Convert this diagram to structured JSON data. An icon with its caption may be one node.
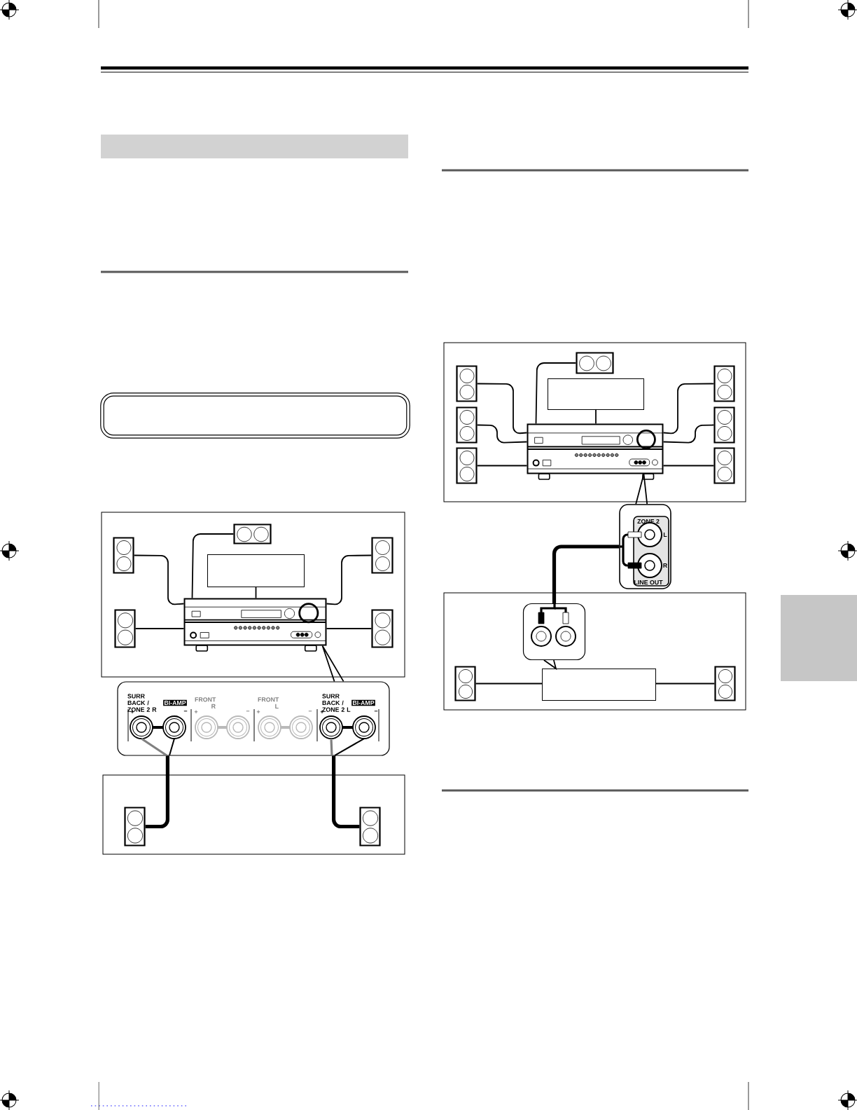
{
  "diagram": {
    "nodes": [
      {
        "text": [],
        "shape": "box"
      },
      {
        "text": [],
        "shape": "speaker",
        "in": 0
      },
      {
        "text": [],
        "shape": "box",
        "in": 0
      },
      {
        "text": [],
        "shape": "receiver",
        "in": 0
      },
      {
        "text": [],
        "shape": "speaker",
        "in": 0
      },
      {
        "text": [],
        "shape": "speaker",
        "in": 0
      },
      {
        "text": [],
        "shape": "speaker",
        "in": 0
      },
      {
        "text": [],
        "shape": "speaker",
        "in": 0
      },
      {
        "text": [
          "SURR BACK / ZONE 2 R",
          "BI-AMP",
          "FRONT R",
          "FRONT L",
          "SURR BACK / ZONE 2 L",
          "BI-AMP",
          "+",
          "−",
          "+",
          "−",
          "+",
          "−",
          "+",
          "−"
        ]
      },
      {
        "text": [],
        "shape": "box"
      },
      {
        "text": [],
        "shape": "speaker",
        "in": 9
      },
      {
        "text": [],
        "shape": "speaker",
        "in": 9
      },
      {
        "text": [],
        "shape": "box"
      },
      {
        "text": [],
        "shape": "speaker",
        "in": 12
      },
      {
        "text": [],
        "shape": "box",
        "in": 12
      },
      {
        "text": [],
        "shape": "receiver",
        "in": 12
      },
      {
        "text": [],
        "shape": "speaker",
        "in": 12
      },
      {
        "text": [],
        "shape": "speaker",
        "in": 12
      },
      {
        "text": [],
        "shape": "speaker",
        "in": 12
      },
      {
        "text": [],
        "shape": "speaker",
        "in": 12
      },
      {
        "text": [],
        "shape": "speaker",
        "in": 12
      },
      {
        "text": [],
        "shape": "speaker",
        "in": 12
      },
      {
        "text": [
          "ZONE 2",
          "L",
          "R",
          "LINE OUT"
        ]
      },
      {
        "text": [],
        "shape": "box"
      },
      {
        "text": [],
        "shape": "jacks",
        "in": 23
      },
      {
        "text": [],
        "shape": "speaker",
        "in": 23
      },
      {
        "text": [],
        "shape": "box",
        "in": 23
      },
      {
        "text": [],
        "shape": "speaker",
        "in": 23
      },
      {
        "text": [],
        "shape": "tab"
      }
    ],
    "edges": [
      {
        "from": 1,
        "to": 3,
        "arrow": "none"
      },
      {
        "from": 2,
        "to": 3,
        "arrow": "none"
      },
      {
        "from": 4,
        "to": 3,
        "arrow": "none"
      },
      {
        "from": 5,
        "to": 3,
        "arrow": "none"
      },
      {
        "from": 6,
        "to": 3,
        "arrow": "none"
      },
      {
        "from": 7,
        "to": 3,
        "arrow": "none"
      },
      {
        "from": 3,
        "to": 8,
        "arrow": "none"
      },
      {
        "from": 8,
        "to": 10,
        "arrow": "none",
        "style": "thick"
      },
      {
        "from": 8,
        "to": 11,
        "arrow": "none",
        "style": "thick"
      },
      {
        "from": 13,
        "to": 15,
        "arrow": "none"
      },
      {
        "from": 14,
        "to": 15,
        "arrow": "none"
      },
      {
        "from": 16,
        "to": 15,
        "arrow": "none"
      },
      {
        "from": 17,
        "to": 15,
        "arrow": "none"
      },
      {
        "from": 18,
        "to": 15,
        "arrow": "none"
      },
      {
        "from": 19,
        "to": 15,
        "arrow": "none"
      },
      {
        "from": 20,
        "to": 15,
        "arrow": "none"
      },
      {
        "from": 21,
        "to": 15,
        "arrow": "none"
      },
      {
        "from": 15,
        "to": 22,
        "arrow": "none"
      },
      {
        "from": 22,
        "to": 24,
        "arrow": "none",
        "style": "thick"
      },
      {
        "from": 24,
        "to": 26,
        "arrow": "none"
      },
      {
        "from": 25,
        "to": 26,
        "arrow": "none"
      },
      {
        "from": 27,
        "to": 26,
        "arrow": "none"
      }
    ]
  }
}
